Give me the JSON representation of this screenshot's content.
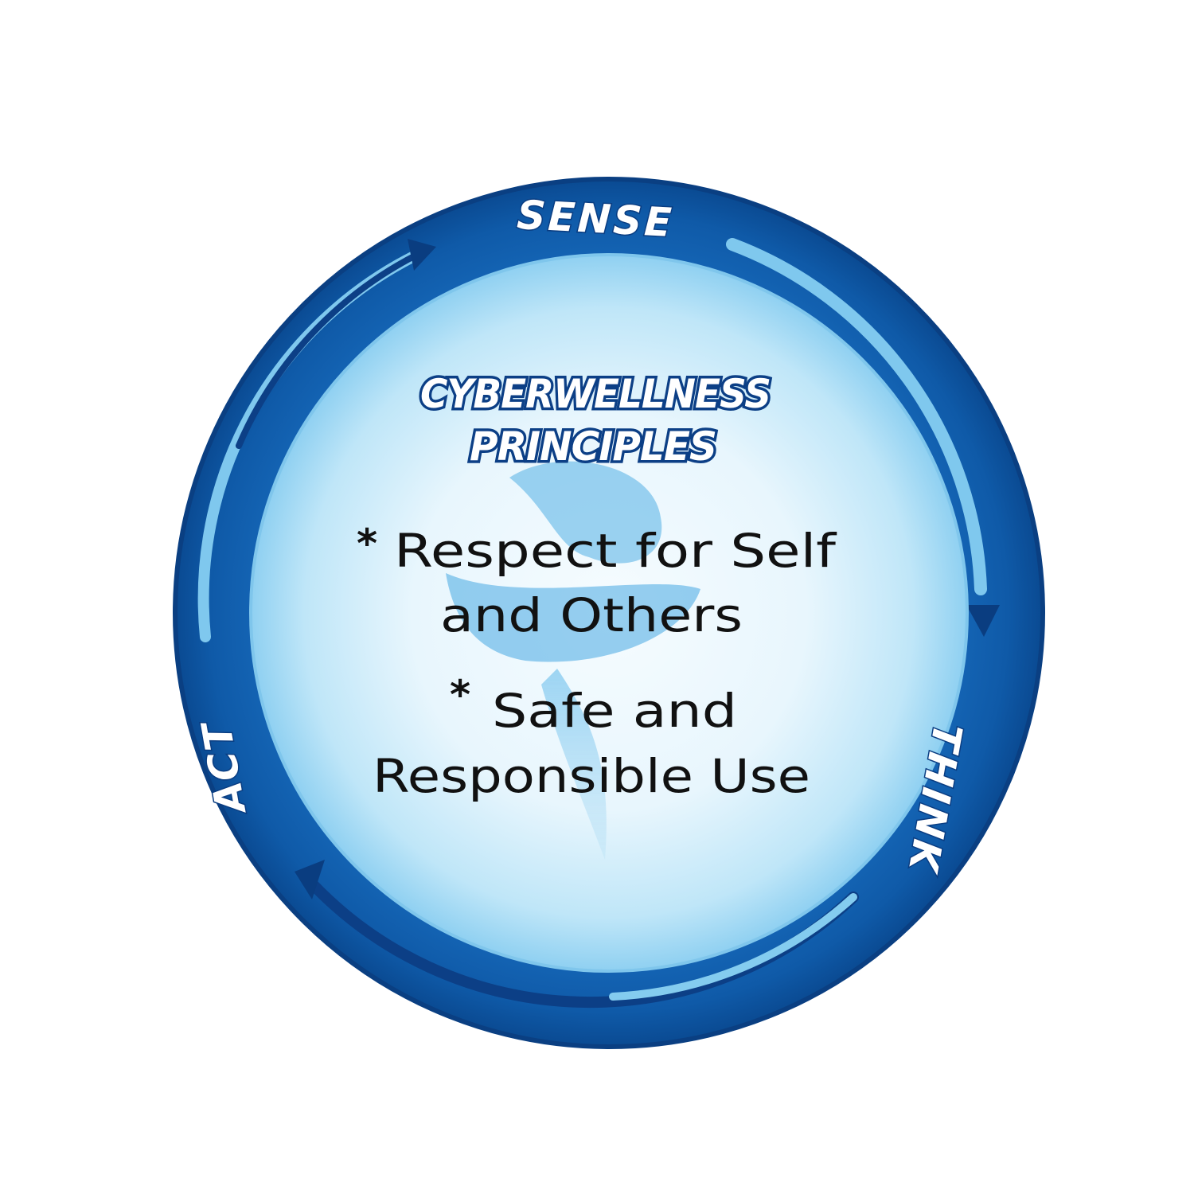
{
  "diagram": {
    "title_line1": "CYBERWELLNESS",
    "title_line2": "PRINCIPLES",
    "cycle": [
      "SENSE",
      "THINK",
      "ACT"
    ],
    "bullet_symbol": "*",
    "principles": [
      {
        "line1": "Respect for Self",
        "line2": "and Others"
      },
      {
        "line1": "Safe and",
        "line2": "Responsible Use"
      }
    ]
  },
  "colors": {
    "ring_dark": "#0b4c9c",
    "ring_mid": "#1a6fc1",
    "arrow_light": "#8fd3f4",
    "inner_light": "#e9f7fd",
    "swirl": "#5fb6e6"
  }
}
